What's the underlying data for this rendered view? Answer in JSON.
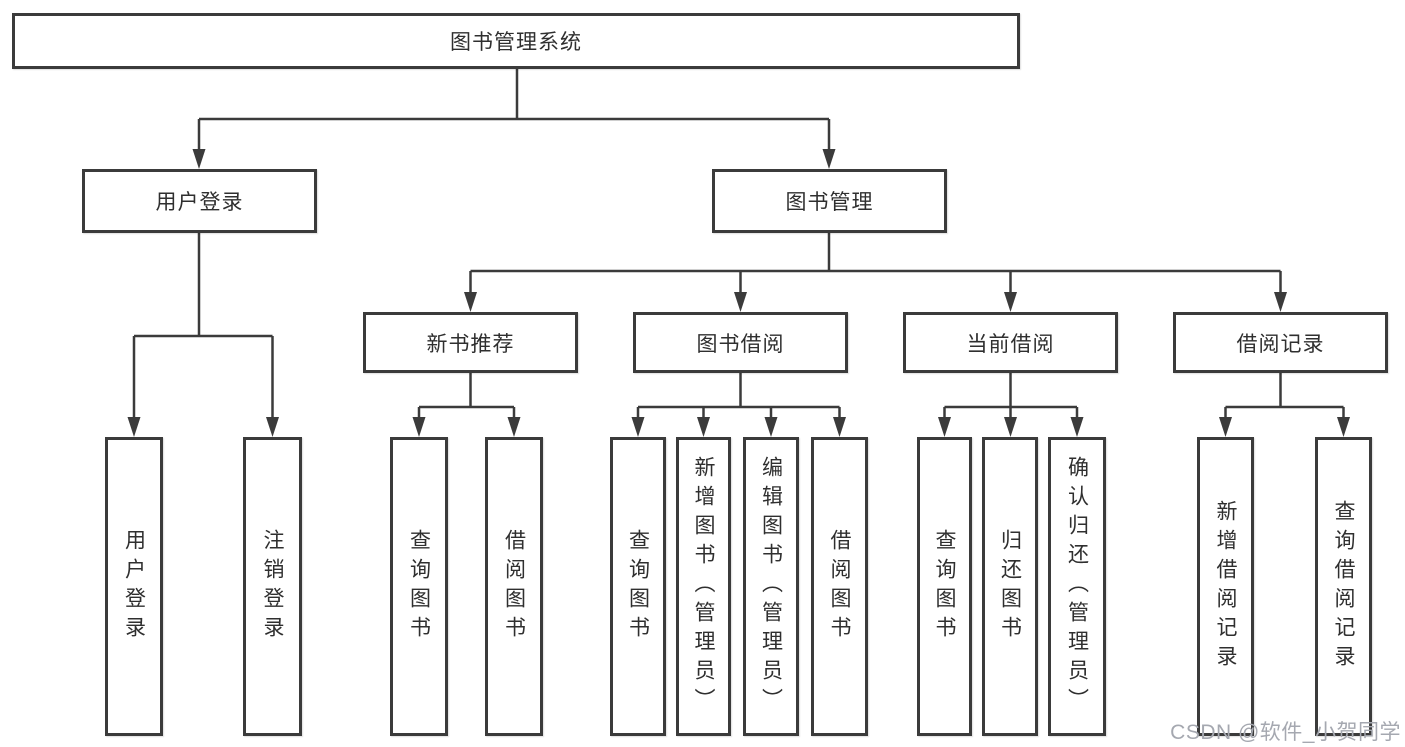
{
  "diagram": {
    "root": {
      "label": "图书管理系统"
    },
    "level1": [
      {
        "label": "用户登录"
      },
      {
        "label": "图书管理"
      }
    ],
    "level2": [
      {
        "label": "新书推荐"
      },
      {
        "label": "图书借阅"
      },
      {
        "label": "当前借阅"
      },
      {
        "label": "借阅记录"
      }
    ],
    "leaves": {
      "user_login": [
        "用户登录",
        "注销登录"
      ],
      "new_book": [
        "查询图书",
        "借阅图书"
      ],
      "book_borrow": [
        "查询图书",
        "新增图书（管理员）",
        "编辑图书（管理员）",
        "借阅图书"
      ],
      "current_borrow": [
        "查询图书",
        "归还图书",
        "确认归还（管理员）"
      ],
      "borrow_record": [
        "新增借阅记录",
        "查询借阅记录"
      ]
    }
  },
  "watermark": {
    "text": "CSDN @软件_小贺同学"
  },
  "colors": {
    "line": "#3b3b3b",
    "box_border": "#3b3b3b",
    "text": "#2f2f2f",
    "background": "#ffffff",
    "watermark": "#a5a8b0"
  }
}
